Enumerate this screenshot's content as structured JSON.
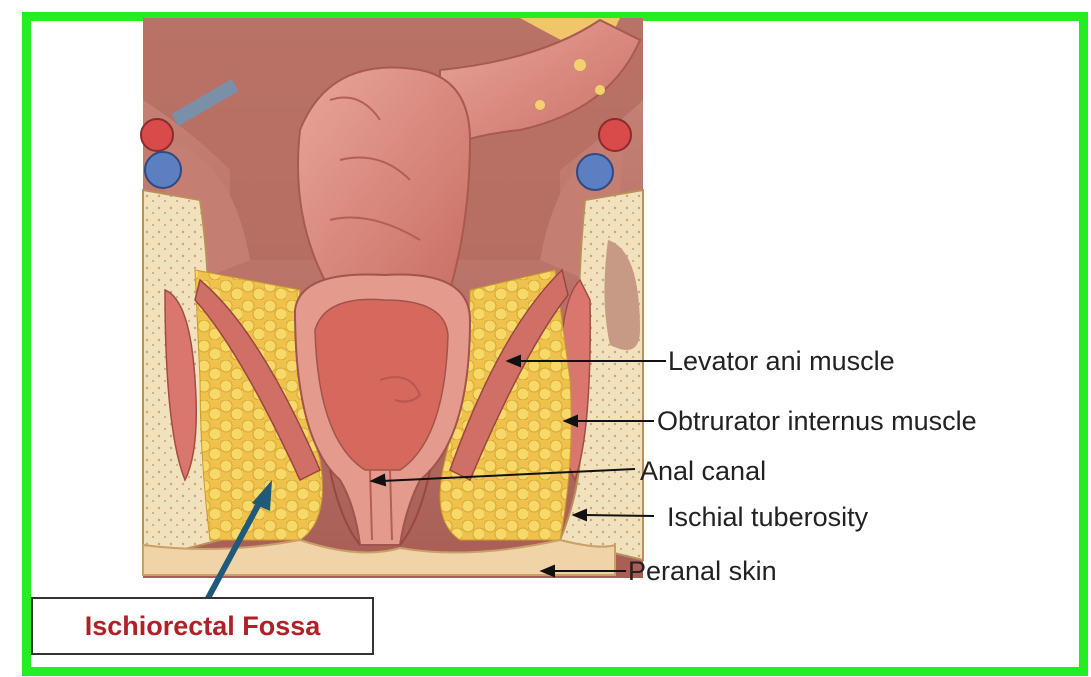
{
  "labels": {
    "levator": "Levator ani muscle",
    "obturator": "Obtrurator internus muscle",
    "anal_canal": "Anal canal",
    "ischial": "Ischial tuberosity",
    "skin": "Peranal skin",
    "fossa": "Ischiorectal Fossa"
  },
  "colors": {
    "border": "#22ee22",
    "fossa_text": "#b02027",
    "arrow": "#1f5a7a",
    "fat": "#f0c94a",
    "muscle": "#d9776e",
    "bone": "#f3e2bf"
  }
}
